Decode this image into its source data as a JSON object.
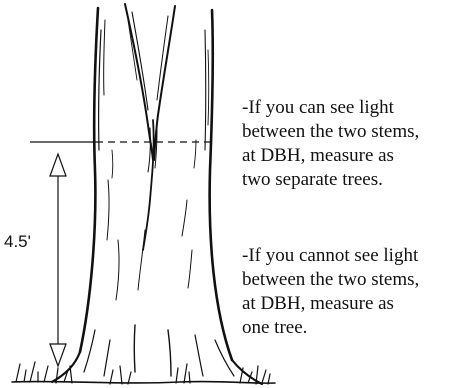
{
  "diagram": {
    "measure_label": "4.5'",
    "notes": [
      {
        "lines": [
          "-If you can see light",
          "between the two stems,",
          "at DBH, measure as",
          "two separate trees."
        ]
      },
      {
        "lines": [
          "-If you cannot see light",
          "between the two stems,",
          "at DBH, measure as",
          "one tree."
        ]
      }
    ]
  }
}
